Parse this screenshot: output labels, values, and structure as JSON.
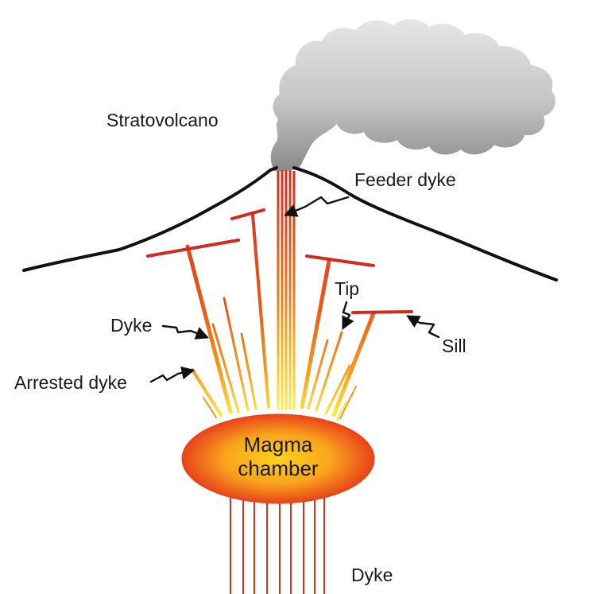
{
  "labels": {
    "stratovolcano": "Stratovolcano",
    "feeder_dyke": "Feeder dyke",
    "tip": "Tip",
    "dyke_upper": "Dyke",
    "sill": "Sill",
    "arrested_dyke": "Arrested dyke",
    "magma_chamber_line1": "Magma",
    "magma_chamber_line2": "chamber",
    "dyke_lower": "Dyke"
  },
  "colors": {
    "outline": "#111111",
    "dyke_red": "#d42a1e",
    "dyke_orange": "#f39a1c",
    "dyke_yellow": "#ffe94a",
    "chamber_edge": "#e8431a",
    "chamber_center": "#ffd21c",
    "smoke_light": "#dcdcdc",
    "smoke_dark": "#8c8c8c"
  },
  "icons": {
    "pointer": "squiggle-arrow-icon"
  }
}
